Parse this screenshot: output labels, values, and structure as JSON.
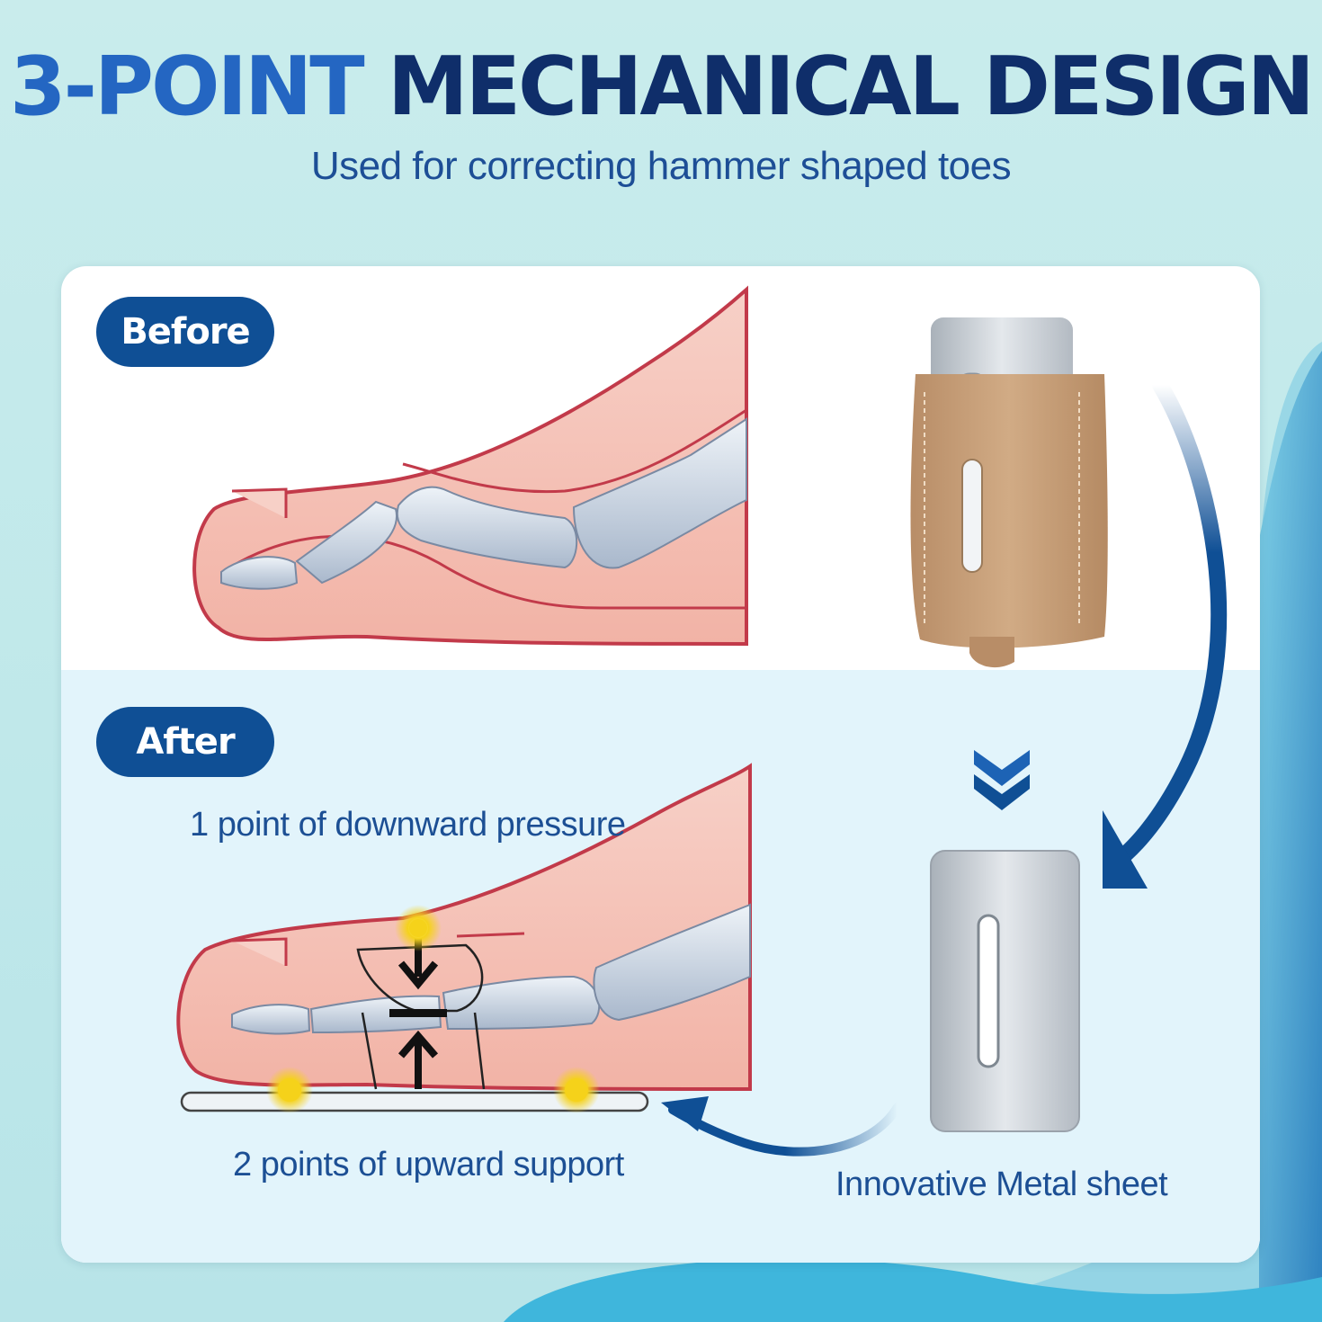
{
  "header": {
    "title_accent": "3-POINT",
    "title_main": "MECHANICAL DESIGN",
    "subtitle": "Used for correcting hammer shaped toes"
  },
  "panels": {
    "before_label": "Before",
    "after_label": "After"
  },
  "annotations": {
    "downward": "1 point of downward pressure",
    "upward": "2 points of upward support",
    "product": "Innovative Metal sheet"
  },
  "colors": {
    "title_accent": "#2466c2",
    "title_main": "#0f2e6a",
    "pill": "#0f4f95",
    "text": "#1c4f94",
    "skin": "#f6c3b9",
    "outline": "#c23a4a",
    "bone": "#d3dde9",
    "fabric": "#c9a27c",
    "metal": "#c7cdd3",
    "arrow": "#0f4f95",
    "dot": "#f5d21a"
  }
}
